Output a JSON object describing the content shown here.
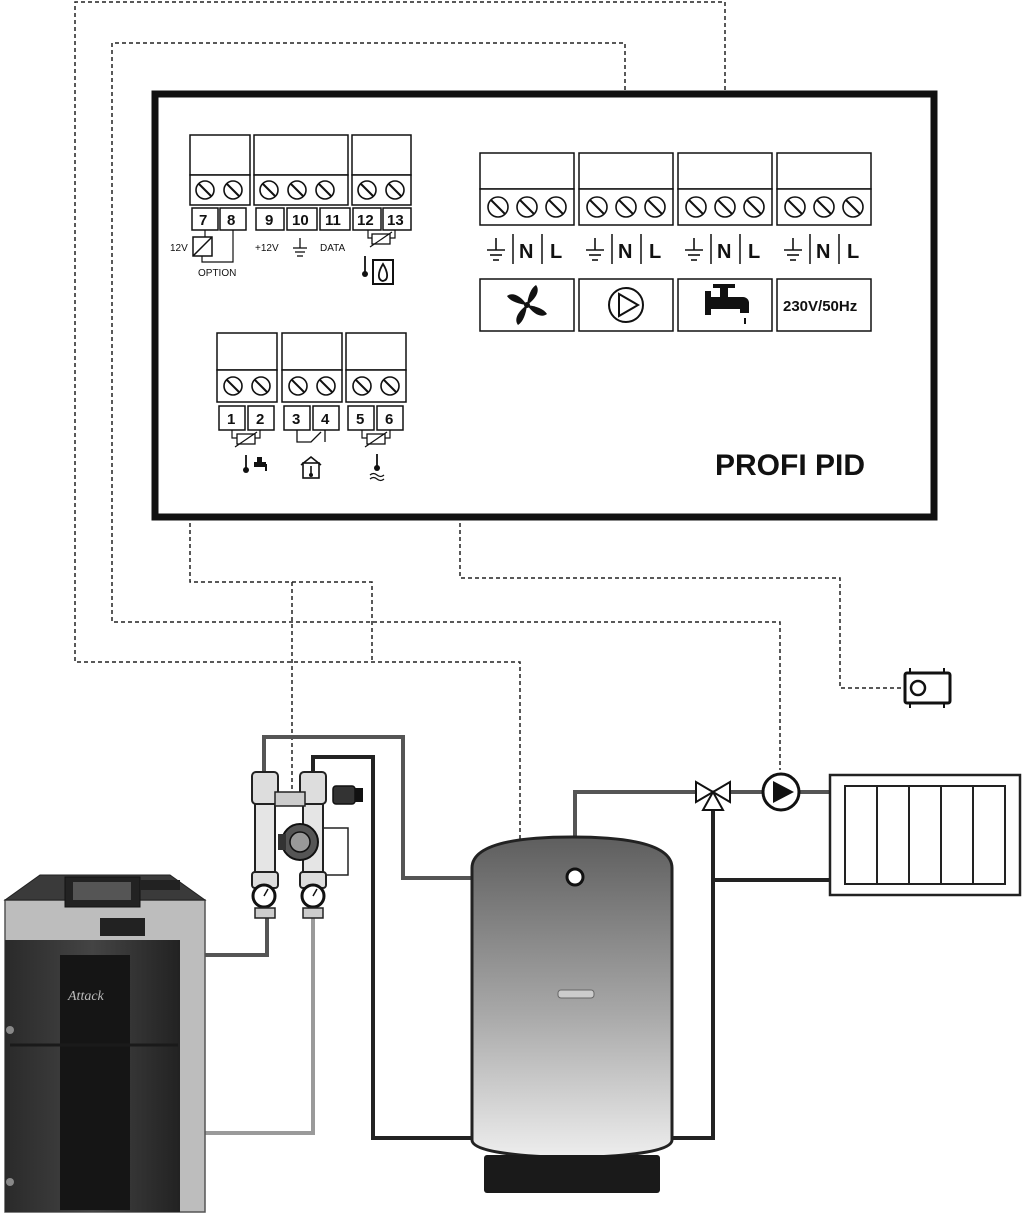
{
  "controller": {
    "title": "PROFI PID"
  },
  "low_voltage": {
    "top_numbers": [
      "7",
      "8",
      "9",
      "10",
      "11",
      "12",
      "13"
    ],
    "labels": {
      "v12_left": "12V",
      "option": "OPTION",
      "v12_plus": "+12V",
      "data": "DATA"
    },
    "bottom_numbers": [
      "1",
      "2",
      "3",
      "4",
      "5",
      "6"
    ]
  },
  "power_blocks": {
    "letters": [
      "N",
      "L",
      "N",
      "L",
      "N",
      "L",
      "N",
      "L"
    ],
    "supply_label": "230V/50Hz",
    "icons": [
      "fan-icon",
      "pump-icon",
      "faucet-icon"
    ]
  },
  "devices": {
    "boiler_logo": "Attack"
  },
  "colors": {
    "line": "#111111",
    "pipe_dark": "#222222",
    "pipe_light": "#9a9a9a",
    "tank_gray": "#8a8a8a"
  }
}
